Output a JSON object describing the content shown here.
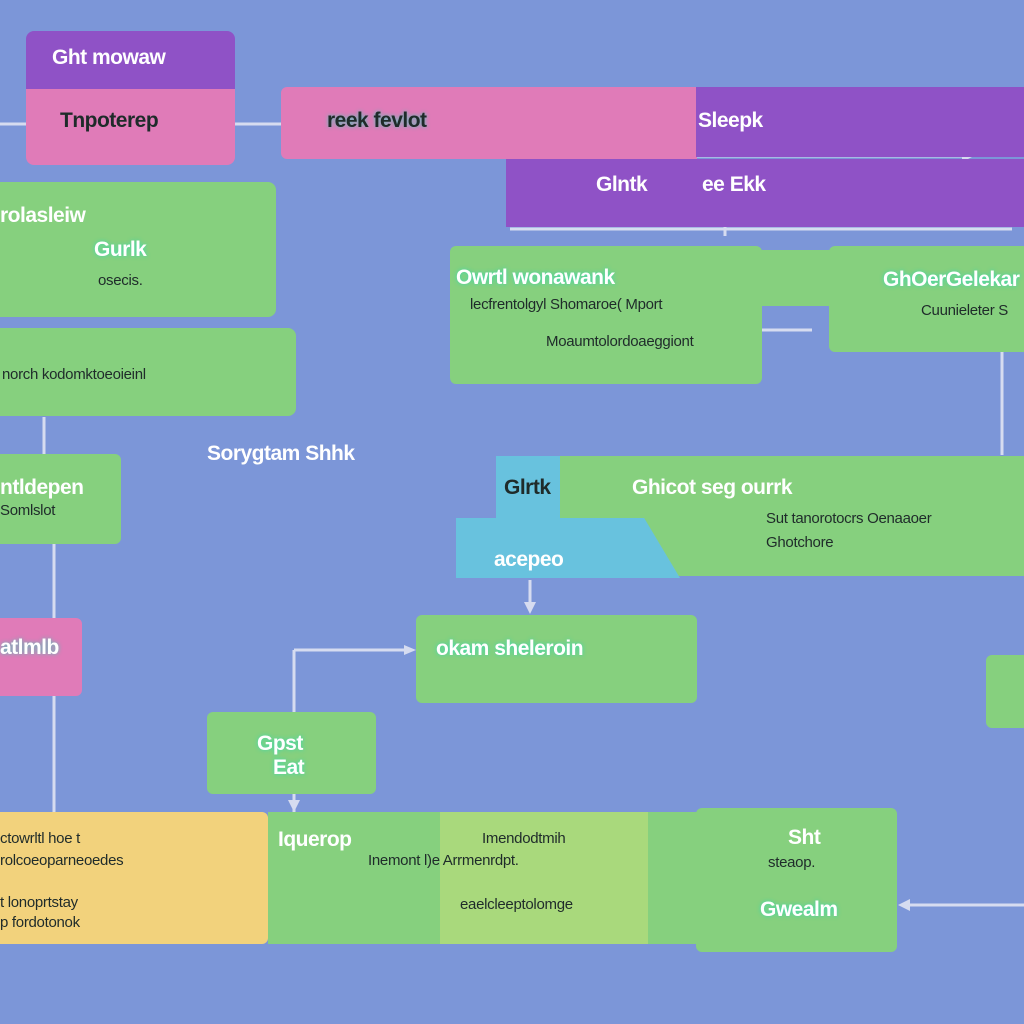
{
  "colors": {
    "background": "#7c96d8",
    "green": "#86d07e",
    "pink": "#e07bb8",
    "purple": "#8f52c6",
    "cyan": "#68c2de",
    "yellow": "#f2d27c",
    "connector": "#d6dcf0"
  },
  "nodes": {
    "top_left_header": "Ght mowaw",
    "top_left_body": "Tnpoterep",
    "top_banner_left": "reek fevlot",
    "top_banner_right": "Sleepk",
    "purple_sub_a": "Glntk",
    "purple_sub_b": "ee Ekk",
    "left_green_title": "rolasleiw",
    "left_green_sub": "Gurlk",
    "left_green_note": "osecis.",
    "left_green_bar": "norch kodomktoeoieinl",
    "center_green_title": "Owrtl wonawank",
    "center_green_line1": "lecfrentolgyl Shomaroe( Mport",
    "center_green_line2": "Moaumtolordoaeggiont",
    "right_green_title": "GhOerGelekar",
    "right_green_line1": "Cuunieleter S",
    "floating_label": "Sorygtam Shhk",
    "left_small_title": "ntldepen",
    "left_small_sub": "Somlslot",
    "cyan_tab": "Glrtk",
    "cyan_body": "acepeo",
    "wide_green_title": "Ghicot seg ourrk",
    "wide_green_line1": "Sut tanorotocrs Oenaaoer",
    "wide_green_line2": "Ghotchore",
    "pink_small": "atlmlb",
    "mid_green": "okam sheleroin",
    "small_green_a": "Gpst",
    "small_green_b": "Eat",
    "yellow_line1": "ctowrltl hoe t",
    "yellow_line2": "rolcoeoparneoedes",
    "yellow_line3": "t lonoprtstay",
    "yellow_line4": "p fordotonok",
    "bottom_green_title": "Iquerop",
    "bottom_mid_title": "Imendodtmih",
    "bottom_mid_line1": "Inemont l)e Arrmenrdpt.",
    "bottom_mid_line2": "eaelcleeptolomge",
    "bottom_right_title": "Sht",
    "bottom_right_sub": "steaop.",
    "bottom_right_action": "Gwealm"
  }
}
